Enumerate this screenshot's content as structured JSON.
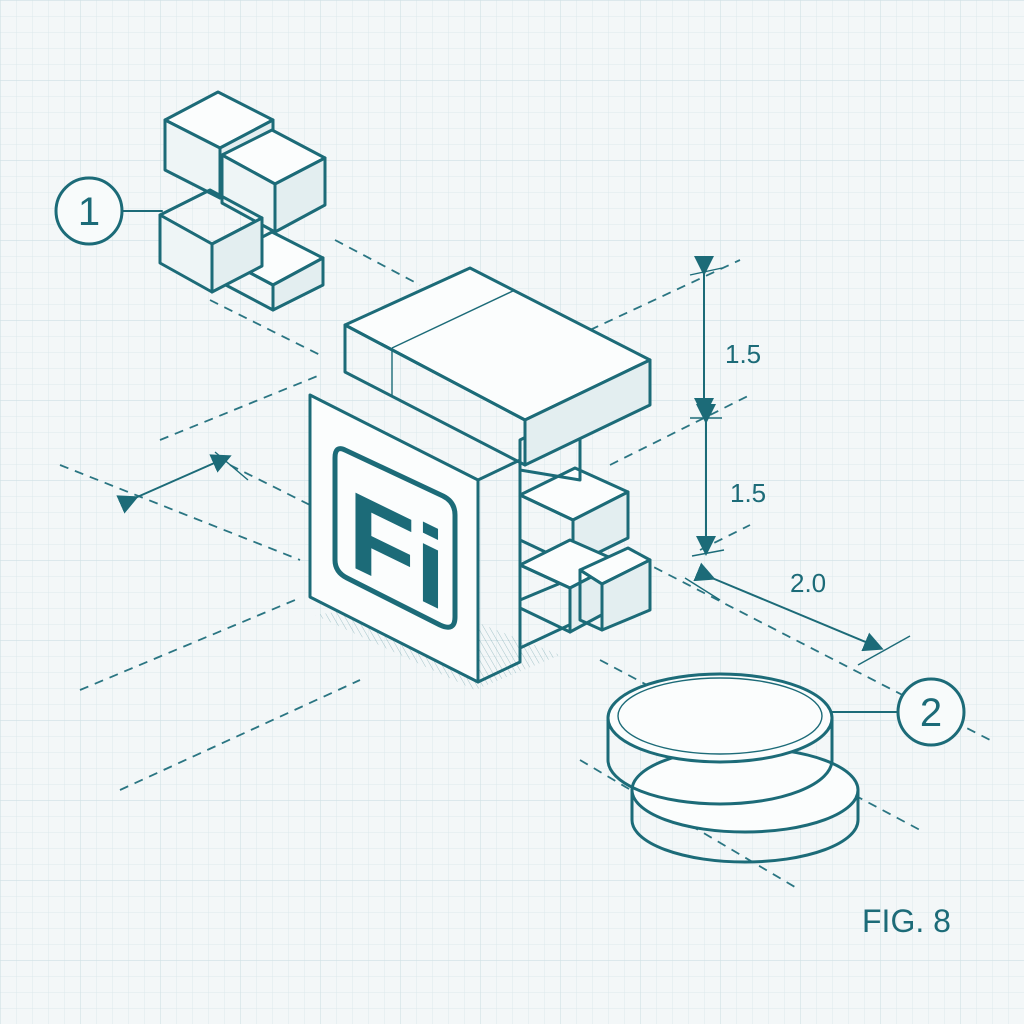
{
  "colors": {
    "ink": "#1c6b78",
    "paper": "#f3f7f8",
    "grid": "#cfe0e4"
  },
  "logo": {
    "text": "Fi"
  },
  "callouts": [
    {
      "label": "1"
    },
    {
      "label": "2"
    }
  ],
  "dimensions": [
    {
      "label": "1.5"
    },
    {
      "label": "1.5"
    },
    {
      "label": "2.0"
    }
  ],
  "figure": {
    "label": "FIG. 8"
  }
}
